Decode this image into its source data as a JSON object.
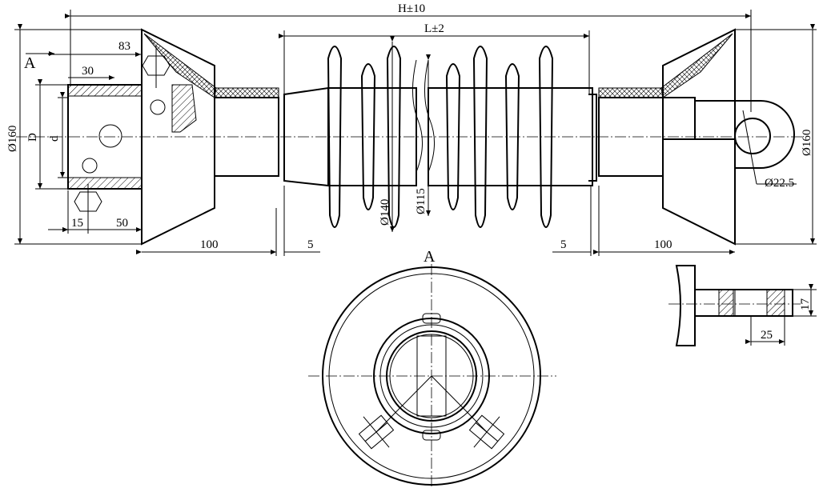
{
  "labels": {
    "view_arrow": "A",
    "view_title": "A",
    "D": "D",
    "d": "d"
  },
  "dims": {
    "overall_length": "H±10",
    "insulation_length": "L±2",
    "end_offset": "83",
    "bracket_width": "30",
    "bracket_offset": "15",
    "bracket_depth": "50",
    "left_dia": "Ø160",
    "right_dia": "Ø160",
    "shed_dia": "Ø140",
    "core_dia": "Ø115",
    "pin_dia": "Ø22.5",
    "left_fitting_len": "100",
    "right_fitting_len": "100",
    "left_gap": "5",
    "right_gap": "5",
    "lug_thickness": "17",
    "lug_width": "25"
  },
  "colors": {
    "line": "#000000",
    "hatch": "#000000",
    "background": "#ffffff"
  }
}
